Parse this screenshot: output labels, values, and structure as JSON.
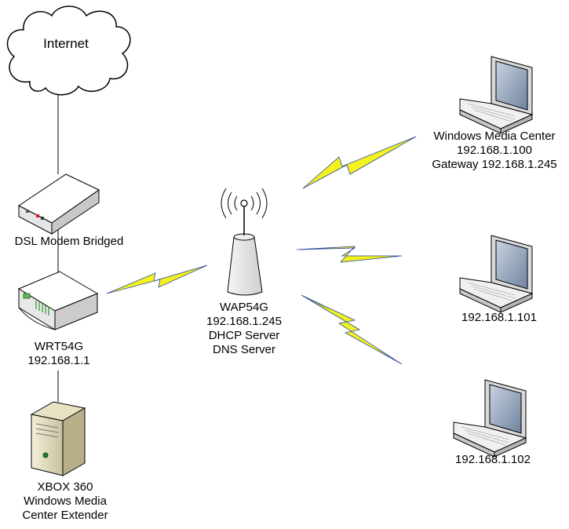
{
  "internet": {
    "label": "Internet"
  },
  "modem": {
    "label": "DSL Modem Bridged"
  },
  "router": {
    "lines": [
      "WRT54G",
      "192.168.1.1"
    ]
  },
  "xbox": {
    "lines": [
      "XBOX 360",
      "Windows Media",
      "Center Extender"
    ]
  },
  "access_point": {
    "lines": [
      "WAP54G",
      "192.168.1.245",
      "DHCP Server",
      "DNS Server"
    ]
  },
  "laptops": [
    {
      "lines": [
        "Windows Media Center",
        "192.168.1.100",
        "Gateway 192.168.1.245"
      ]
    },
    {
      "lines": [
        "192.168.1.101"
      ]
    },
    {
      "lines": [
        "192.168.1.102"
      ]
    }
  ],
  "colors": {
    "lightning_fill": "#f0f020",
    "lightning_edge": "#2a4a9a",
    "device_fill": "#ffffff",
    "device_shade": "#d4d4d4",
    "line": "#000000",
    "screen": "#8fa3bd"
  }
}
